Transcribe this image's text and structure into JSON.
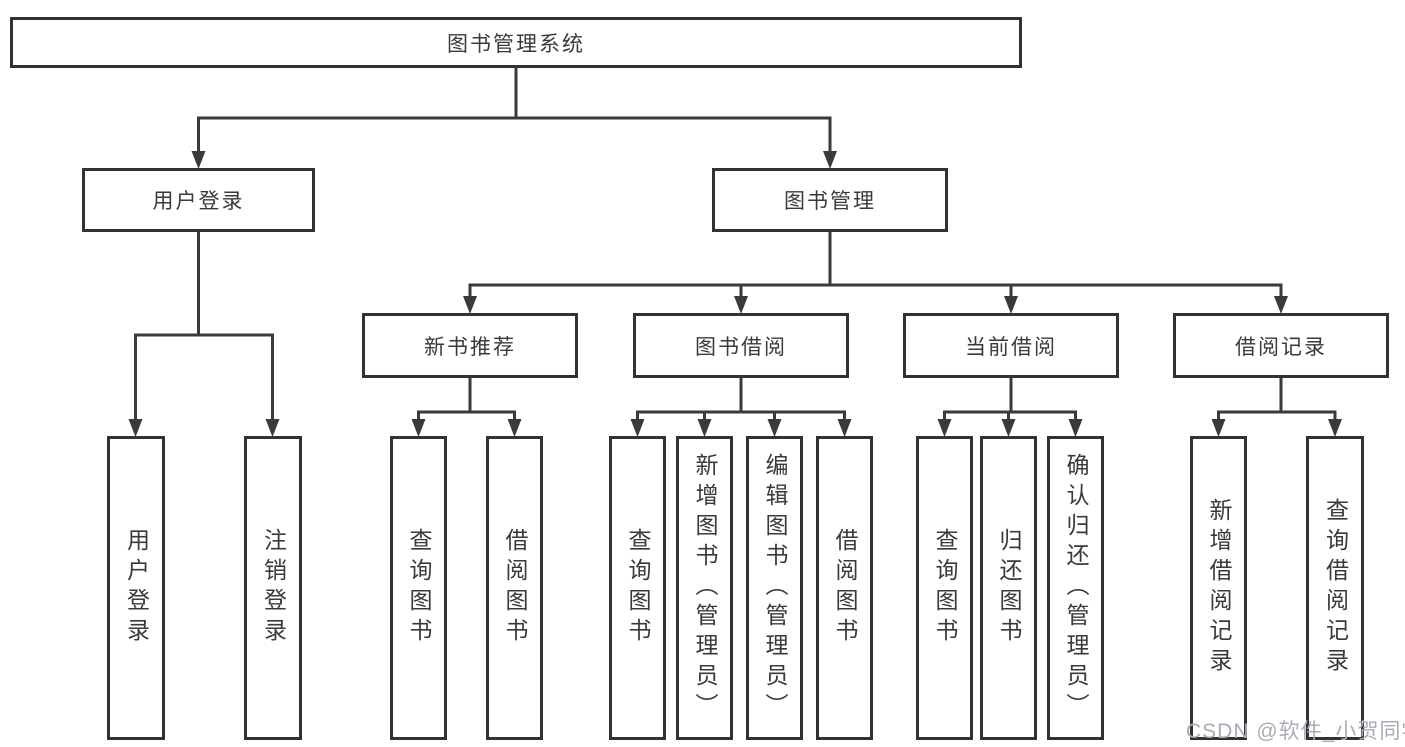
{
  "tree": {
    "root": {
      "label": "图书管理系统",
      "children": [
        {
          "label": "用户登录",
          "children": [
            {
              "label": "用户登录"
            },
            {
              "label": "注销登录"
            }
          ]
        },
        {
          "label": "图书管理",
          "children": [
            {
              "label": "新书推荐",
              "children": [
                {
                  "label": "查询图书"
                },
                {
                  "label": "借阅图书"
                }
              ]
            },
            {
              "label": "图书借阅",
              "children": [
                {
                  "label": "查询图书"
                },
                {
                  "label": "新增图书（管理员）"
                },
                {
                  "label": "编辑图书（管理员）"
                },
                {
                  "label": "借阅图书"
                }
              ]
            },
            {
              "label": "当前借阅",
              "children": [
                {
                  "label": "查询图书"
                },
                {
                  "label": "归还图书"
                },
                {
                  "label": "确认归还（管理员）"
                }
              ]
            },
            {
              "label": "借阅记录",
              "children": [
                {
                  "label": "新增借阅记录"
                },
                {
                  "label": "查询借阅记录"
                }
              ]
            }
          ]
        }
      ]
    }
  },
  "watermark": {
    "text": "CSDN @软件_小贺同学"
  },
  "colors": {
    "background": "#ffffff",
    "line": "#3a3a3a",
    "box_border": "#323232",
    "text": "#3a3a3a",
    "watermark": "#a9acb6"
  }
}
